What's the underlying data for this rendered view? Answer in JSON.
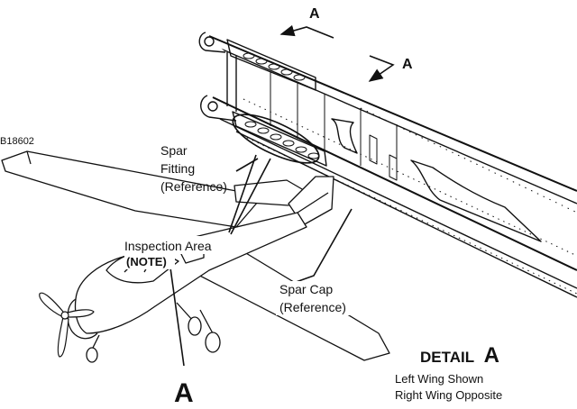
{
  "figure_id": "B18602",
  "section_marker_top": "A",
  "section_marker_mid": "A",
  "spar_fitting_label": [
    "Spar",
    "Fitting",
    "(Reference)"
  ],
  "inspection_area_label": "Inspection Area",
  "note_label": "(NOTE)",
  "spar_cap_label": [
    "Spar Cap",
    "(Reference)"
  ],
  "view_letter": "A",
  "detail_word": "DETAIL",
  "detail_letter": "A",
  "detail_line1": "Left Wing Shown",
  "detail_line2": "Right Wing Opposite"
}
